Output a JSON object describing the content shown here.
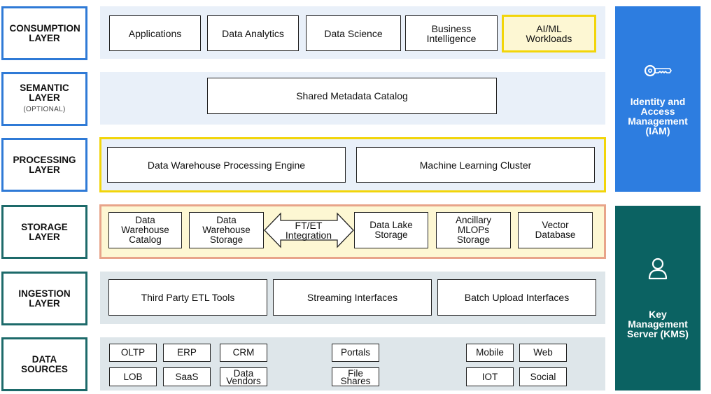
{
  "layers": {
    "consumption": "CONSUMPTION LAYER",
    "semantic": "SEMANTIC LAYER",
    "semantic_note": "(OPTIONAL)",
    "processing": "PROCESSING LAYER",
    "storage": "STORAGE LAYER",
    "ingestion": "INGESTION LAYER",
    "data_sources": "DATA SOURCES"
  },
  "consumption": [
    "Applications",
    "Data Analytics",
    "Data Science",
    "Business Intelligence",
    "AI/ML Workloads"
  ],
  "semantic": [
    "Shared Metadata Catalog"
  ],
  "processing": [
    "Data Warehouse Processing Engine",
    "Machine Learning Cluster"
  ],
  "storage": {
    "dw_catalog": "Data Warehouse Catalog",
    "dw_storage": "Data Warehouse Storage",
    "integration": "FT/ET Integration",
    "lake_storage": "Data Lake Storage",
    "mlops_storage": "Ancillary MLOPs Storage",
    "vector_db": "Vector Database"
  },
  "ingestion": [
    "Third Party ETL Tools",
    "Streaming Interfaces",
    "Batch Upload Interfaces"
  ],
  "sources": {
    "oltp": "OLTP",
    "erp": "ERP",
    "crm": "CRM",
    "lob": "LOB",
    "saas": "SaaS",
    "vendors": "Data Vendors",
    "portals": "Portals",
    "file_shares": "File Shares",
    "mobile": "Mobile",
    "web": "Web",
    "iot": "IOT",
    "social": "Social"
  },
  "sidebar": {
    "iam": "Identity and Access Management (IAM)",
    "kms": "Key Management Server (KMS)",
    "iam_icon": "key-icon",
    "kms_icon": "person-icon"
  },
  "colors": {
    "blue": "#2f7ad6",
    "green": "#1d6a6a",
    "iam_bg": "#2d7de0",
    "kms_bg": "#0b6262",
    "highlight": "#f2d50a",
    "storage_border": "#e8a48a"
  }
}
